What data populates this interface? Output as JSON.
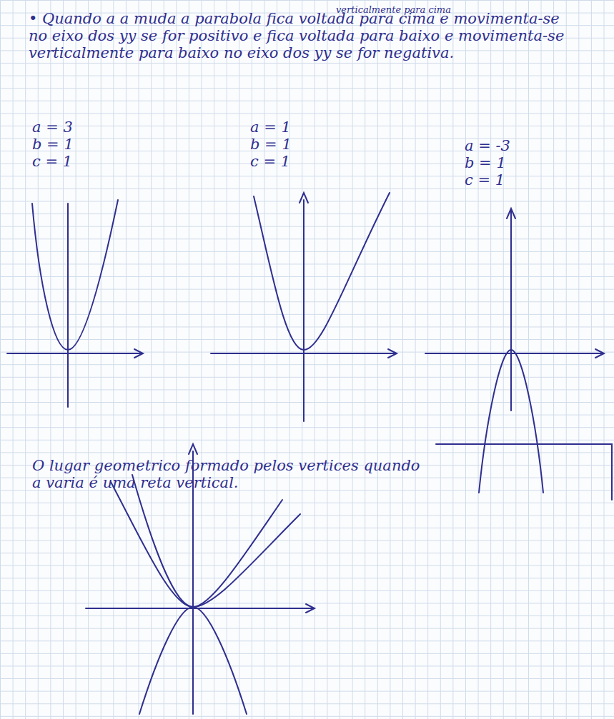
{
  "diagram": {
    "labels": [
      "• Quando a a muda a parabola fica voltada para cima e movimenta-se no eixo dos yy se for positivo e fica voltada para baixo e movimenta-se verticalmente para baixo no eixo dos yy se for negativa.",
      "verticalmente para cima",
      "a = 3",
      "b = 1",
      "c = 1",
      "a = 1",
      "b = 1",
      "c = 1",
      "a = -3",
      "b = 1",
      "c = 1",
      "O lugar geometrico formado pelos vertices quando a varia é uma reta vertical."
    ]
  }
}
